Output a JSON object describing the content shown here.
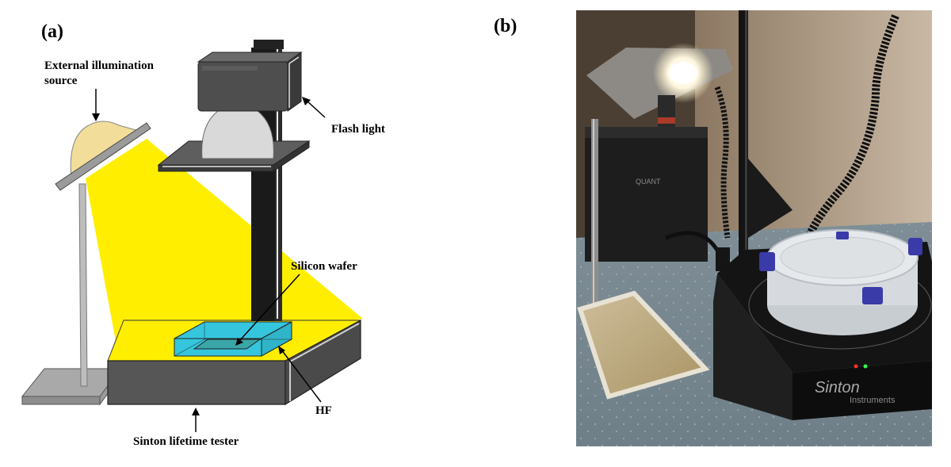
{
  "panel_a": {
    "label": "(a)",
    "callouts": {
      "illumination_line1": "External illumination",
      "illumination_line2": "source",
      "flash": "Flash light",
      "wafer": "Silicon wafer",
      "hf": "HF",
      "tester": "Sinton lifetime tester"
    }
  },
  "panel_b": {
    "label": "(b)",
    "brand": "Sinton",
    "brand_sub": "Instruments",
    "device_badge": "QUANT"
  },
  "colors": {
    "light_beam": "#ffee00",
    "hf_bath": "#35c6de",
    "tester_body": "#565656",
    "stand": "#1a1a1a",
    "lamp_shade": "#f2dd9a"
  }
}
